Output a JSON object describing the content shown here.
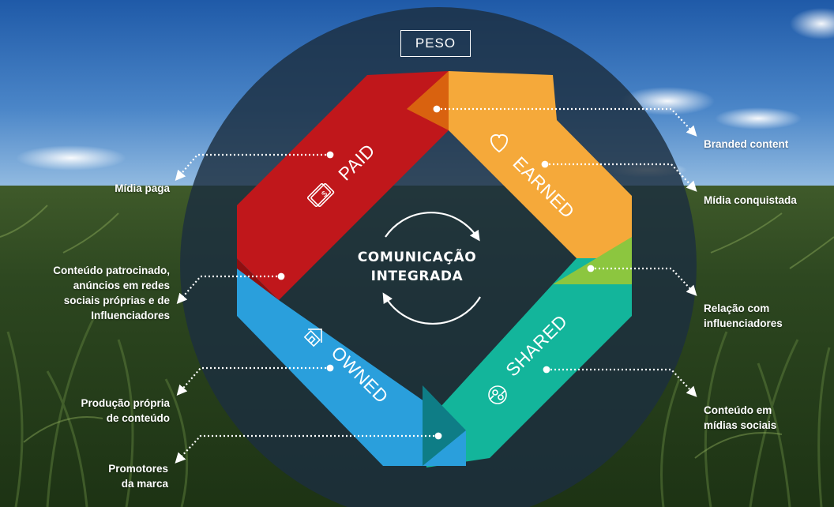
{
  "peso_label": "PESO",
  "center": {
    "line1": "COMUNICAÇÃO",
    "line2": "INTEGRADA"
  },
  "segments": {
    "paid": {
      "label": "PAID",
      "icon": "money-icon",
      "color": "#c0171b"
    },
    "earned": {
      "label": "EARNED",
      "icon": "heart-icon",
      "color": "#f5a93a"
    },
    "shared": {
      "label": "SHARED",
      "icon": "people-share-icon",
      "color": "#13b59b"
    },
    "owned": {
      "label": "OWNED",
      "icon": "house-icon",
      "color": "#2a9fdc"
    }
  },
  "left_labels": {
    "midia_paga": [
      "Mídia paga"
    ],
    "conteudo_patrocinado": [
      "Conteúdo patrocinado,",
      "anúncios em redes",
      "sociais próprias e de",
      "Influenciadores"
    ],
    "producao_propria": [
      "Produção própria",
      "de conteúdo"
    ],
    "promotores": [
      "Promotores",
      "da marca"
    ]
  },
  "right_labels": {
    "branded_content": [
      "Branded content"
    ],
    "midia_conquistada": [
      "Mídia conquistada"
    ],
    "relacao_influenciadores": [
      "Relação com",
      "influenciadores"
    ],
    "conteudo_midias_sociais": [
      "Conteúdo em",
      "mídias sociais"
    ]
  }
}
